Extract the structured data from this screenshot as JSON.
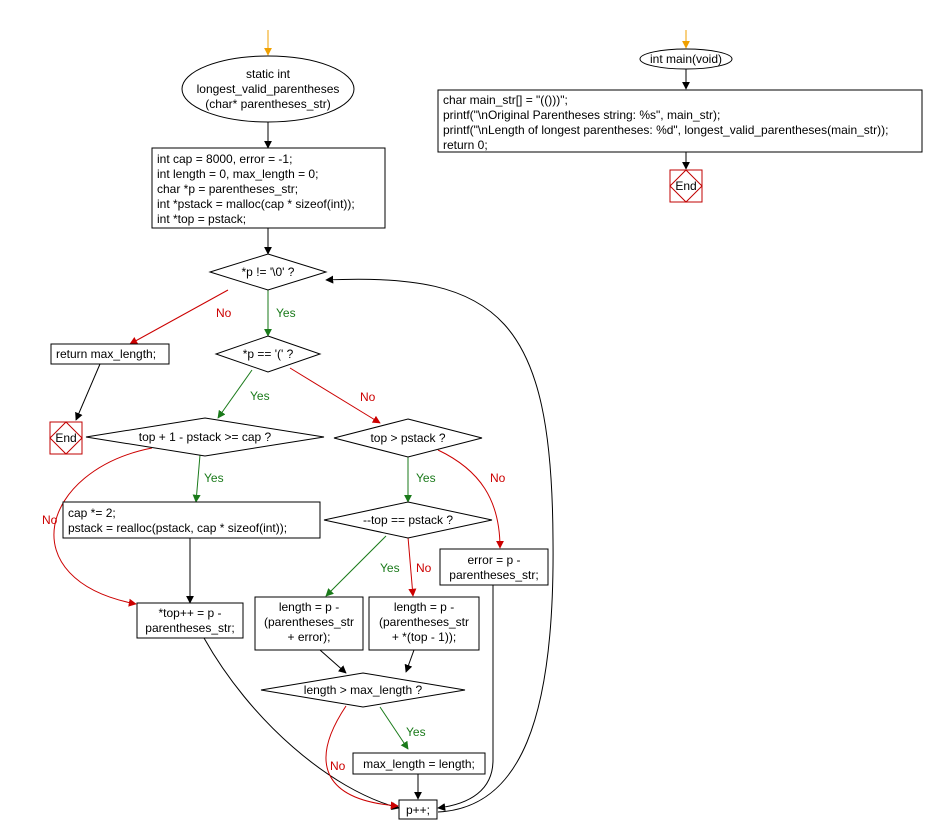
{
  "colors": {
    "start_arrow": "#f0a000",
    "yes_edge": "#1a7a1a",
    "no_edge": "#cc0000",
    "end_border": "#c00000"
  },
  "nodes": {
    "func_start": [
      "static int",
      "longest_valid_parentheses",
      "(char* parentheses_str)"
    ],
    "init_block": [
      "int cap = 8000, error = -1;",
      "int length = 0, max_length = 0;",
      "char *p = parentheses_str;",
      "int *pstack = malloc(cap * sizeof(int));",
      "int *top = pstack;"
    ],
    "cond_p_not_null": "*p != '\\0' ?",
    "return_max": "return max_length;",
    "end_left": "End",
    "cond_p_open": "*p == '(' ?",
    "cond_cap": "top + 1 - pstack >= cap ?",
    "cap_block": [
      "cap *= 2;",
      "pstack = realloc(pstack, cap * sizeof(int));"
    ],
    "push_block": [
      "*top++ = p -",
      "parentheses_str;"
    ],
    "cond_top_gt": "top > pstack ?",
    "cond_dec_top": "--top == pstack ?",
    "error_block": [
      "error = p -",
      "parentheses_str;"
    ],
    "len_error": [
      "length = p -",
      "(parentheses_str",
      "+ error);"
    ],
    "len_top": [
      "length = p -",
      "(parentheses_str",
      "+ *(top - 1));"
    ],
    "cond_len_gt": "length > max_length ?",
    "max_assign": "max_length = length;",
    "p_inc": "p++;",
    "main_start": "int main(void)",
    "main_block": [
      "char main_str[] = \"(()))\";",
      "printf(\"\\nOriginal Parentheses string: %s\", main_str);",
      "printf(\"\\nLength of longest parentheses: %d\", longest_valid_parentheses(main_str));",
      "return 0;"
    ],
    "end_right": "End"
  },
  "edge_labels": {
    "yes": "Yes",
    "no": "No"
  }
}
